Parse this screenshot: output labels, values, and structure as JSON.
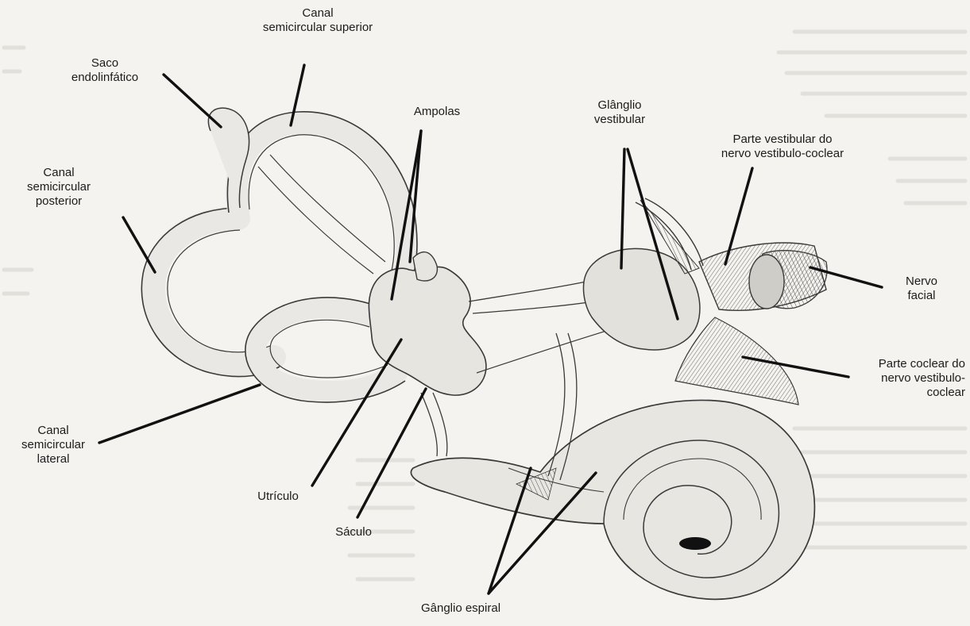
{
  "labels": {
    "canal_superior": "Canal\nsemicircular superior",
    "saco_endolinfatico": "Saco\nendolinfático",
    "ampolas": "Ampolas",
    "ganglio_vestibular": "Glânglio\nvestibular",
    "parte_vestibular": "Parte vestibular do\nnervo vestibulo-coclear",
    "canal_posterior": "Canal\nsemicircular\nposterior",
    "nervo_facial": "Nervo\nfacial",
    "parte_coclear": "Parte coclear do\nnervo vestibulo-\ncoclear",
    "canal_lateral": "Canal\nsemicircular\nlateral",
    "utriculo": "Utrículo",
    "saculo": "Sáculo",
    "ganglio_espiral": "Gânglio espiral"
  },
  "colors": {
    "paper": "#f4f3ef",
    "ink": "#1c1c1c",
    "stipple": "#7a7a7a",
    "text_bleed": "#c9c7c2"
  }
}
